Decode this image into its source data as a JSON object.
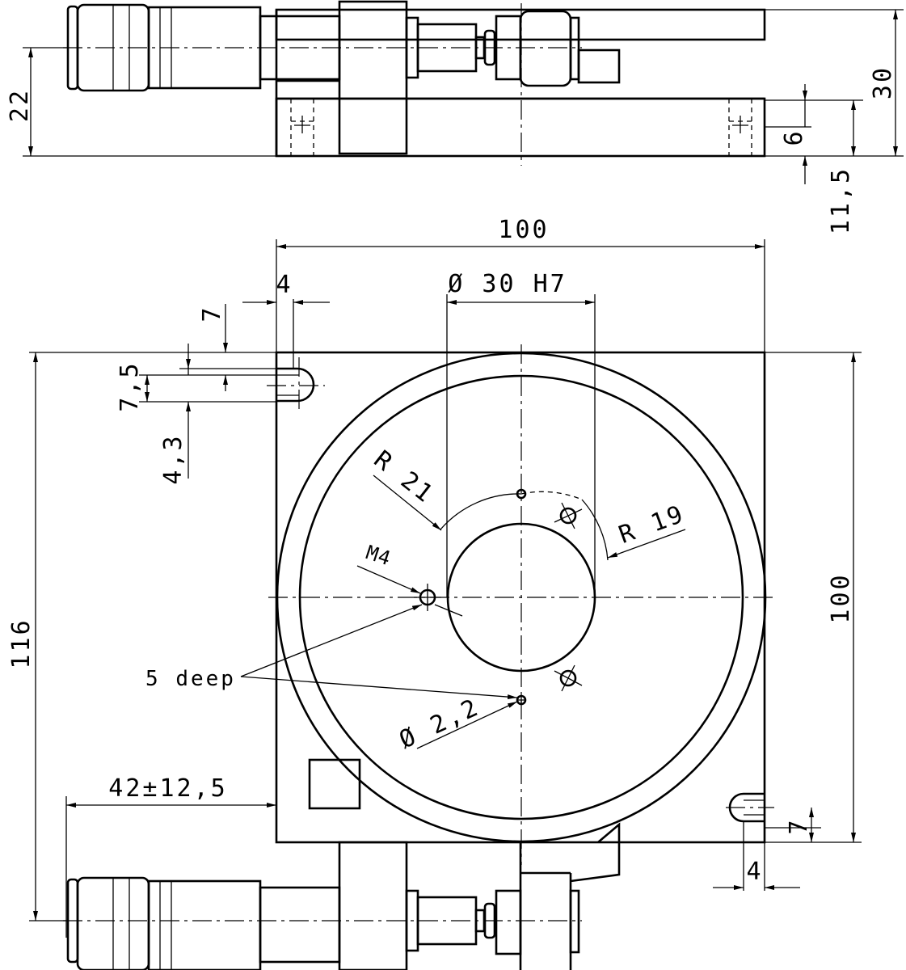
{
  "dimensions": {
    "height_22": "22",
    "height_30": "30",
    "depth_6": "6",
    "height_11_5": "11,5",
    "width_100": "100",
    "bore": "Ø 30 H7",
    "offset_4": "4",
    "slot_7": "7",
    "slot_7_5": "7,5",
    "slot_4_3": "4,3",
    "radius_21": "R 21",
    "radius_19": "R 19",
    "thread_m4": "M4",
    "height_116": "116",
    "height_100": "100",
    "depth_note": "5 deep",
    "hole_2_2": "Ø 2,2",
    "travel": "42±12,5",
    "slot_7_bottom": "7",
    "offset_4_bottom": "4"
  }
}
